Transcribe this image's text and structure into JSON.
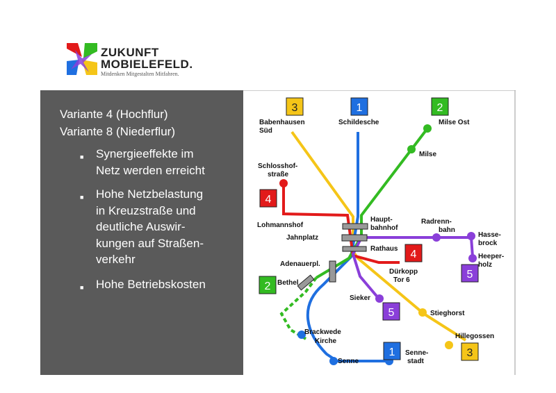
{
  "logo": {
    "line1": "ZUKUNFT",
    "line2": "MOBIELEFELD.",
    "tagline": "Mitdenken Mitgestalten Mitfahren."
  },
  "panel": {
    "heading1": "Variante 4 (Hochflur)",
    "heading2": "Variante 8 (Niederflur)",
    "bullets": [
      "Synergieeffekte im\nNetz werden erreicht",
      "Hohe Netzbelastung\nin Kreuzstraße und\ndeutliche Auswir-\nkungen auf Straßen-\nverkehr",
      "Hohe Betriebskosten"
    ]
  },
  "colors": {
    "line1": "#1f6fe0",
    "line2": "#33bb22",
    "line3": "#f5c518",
    "line4": "#e21a1a",
    "line5": "#8a3fd9",
    "panel": "#5a5a5a"
  },
  "badges": {
    "b3top": "3",
    "b1top": "1",
    "b2top": "2",
    "b4left": "4",
    "b4right": "4",
    "b2left": "2",
    "b5right": "5",
    "b5mid": "5",
    "b1bottom": "1",
    "b3bottom": "3"
  },
  "stops": {
    "babenhausen1": "Babenhausen",
    "babenhausen2": "Süd",
    "schildesche": "Schildesche",
    "milseost": "Milse Ost",
    "milse": "Milse",
    "schloss1": "Schlosshof-",
    "schloss2": "straße",
    "lohmannshof": "Lohmannshof",
    "haupt1": "Haupt-",
    "haupt2": "bahnhof",
    "radrenn1": "Radrenn-",
    "radrenn2": "bahn",
    "hasse1": "Hasse-",
    "hasse2": "brock",
    "heeper1": "Heeper-",
    "heeper2": "holz",
    "jahnplatz": "Jahnplatz",
    "rathaus": "Rathaus",
    "adenauer": "Adenauerpl.",
    "duerkopp1": "Dürkopp",
    "duerkopp2": "Tor 6",
    "bethel": "Bethel",
    "sieker": "Sieker",
    "stieghorst": "Stieghorst",
    "brackwede1": "Brackwede",
    "brackwede2": "Kirche",
    "hillegossen": "Hillegossen",
    "senne": "Senne",
    "sennestadt1": "Senne-",
    "sennestadt2": "stadt"
  }
}
